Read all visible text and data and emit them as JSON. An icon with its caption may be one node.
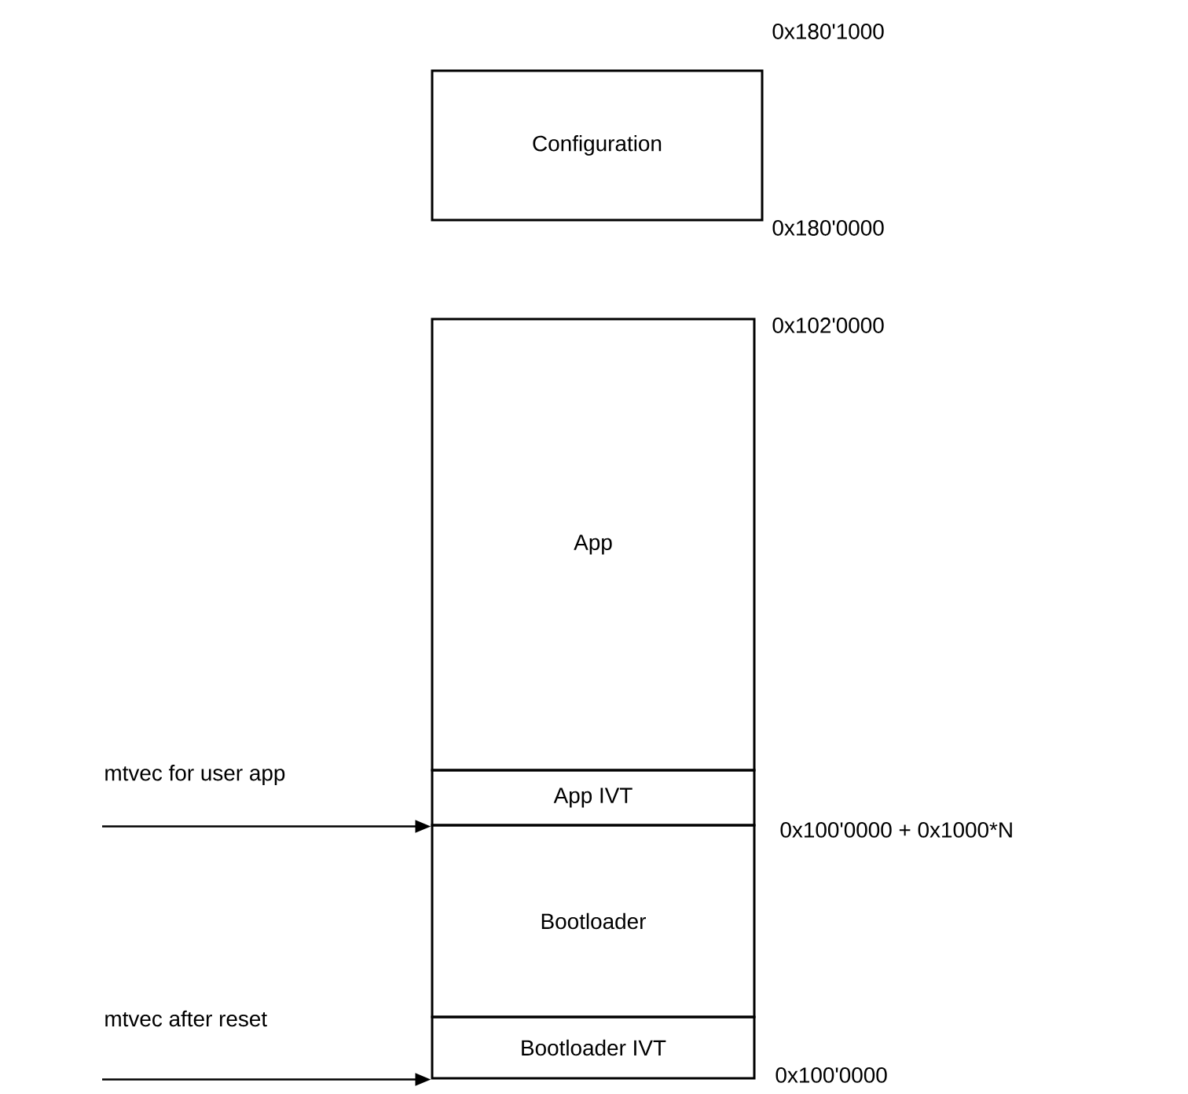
{
  "diagram": {
    "nodes": [
      {
        "text": [
          "Configuration"
        ]
      },
      {
        "text": [
          "App"
        ]
      },
      {
        "text": [
          "App IVT"
        ]
      },
      {
        "text": [
          "Bootloader"
        ]
      },
      {
        "text": [
          "Bootloader IVT"
        ]
      }
    ],
    "edges": [
      {
        "from": null,
        "to": 2,
        "arrow": "to",
        "label": "mtvec for user app"
      },
      {
        "from": null,
        "to": 4,
        "arrow": "to",
        "label": "mtvec after reset"
      }
    ],
    "labels": [
      "0x180'1000",
      "0x180'0000",
      "0x102'0000",
      "0x100'0000 + 0x1000*N",
      "0x100'0000"
    ]
  }
}
